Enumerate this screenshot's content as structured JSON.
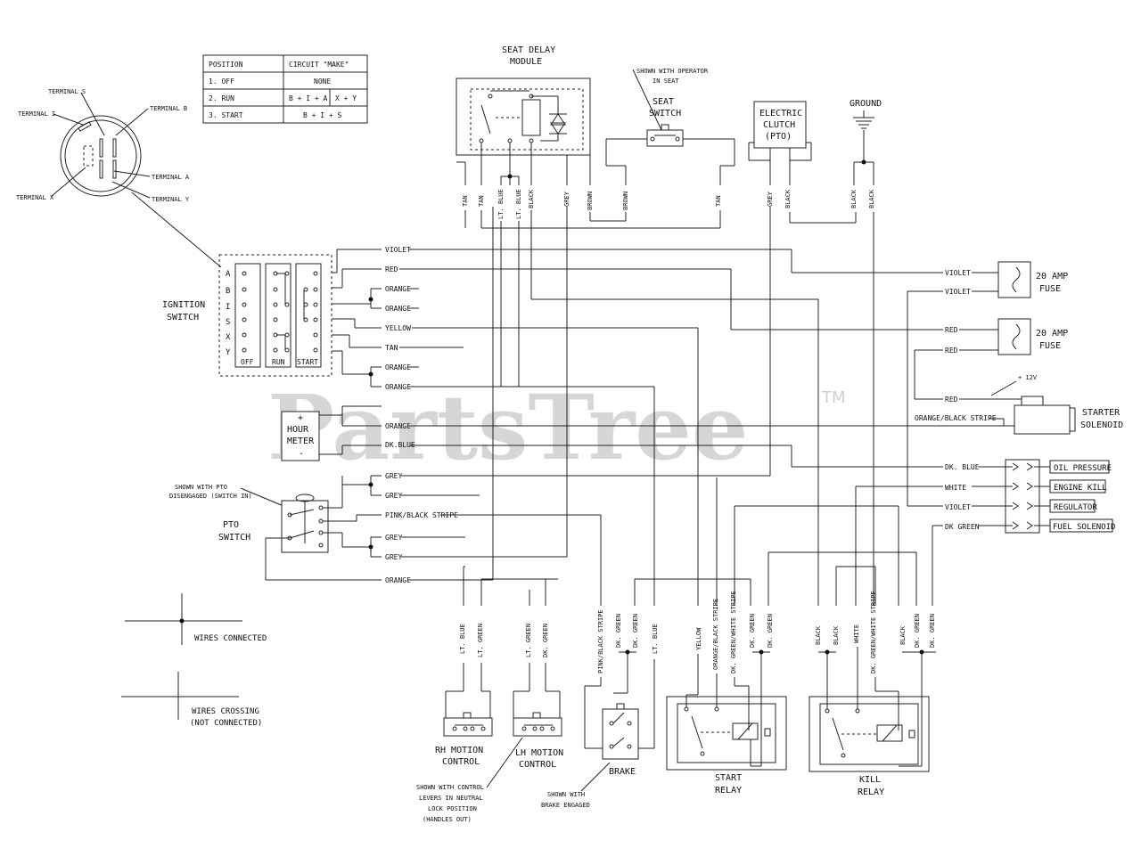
{
  "watermark": {
    "brand": "PartsTree",
    "tm": "TM"
  },
  "position_table": {
    "headers": [
      "POSITION",
      "CIRCUIT \"MAKE\""
    ],
    "rows": [
      {
        "position": "1. OFF",
        "circuit": "NONE",
        "circuit2": ""
      },
      {
        "position": "2. RUN",
        "circuit": "B + I + A",
        "circuit2": "X + Y"
      },
      {
        "position": "3. START",
        "circuit": "B + I + S",
        "circuit2": ""
      }
    ]
  },
  "terminal_labels": {
    "s": "TERMINAL S",
    "i": "TERMINAL I",
    "b": "TERMINAL B",
    "a": "TERMINAL A",
    "x": "TERMINAL X",
    "y": "TERMINAL Y"
  },
  "ignition_switch": {
    "title_line1": "IGNITION",
    "title_line2": "SWITCH",
    "rows": [
      "A",
      "B",
      "I",
      "S",
      "X",
      "Y"
    ],
    "columns": [
      "OFF",
      "RUN",
      "START"
    ]
  },
  "seat_delay_module": {
    "line1": "SEAT DELAY",
    "line2": "MODULE"
  },
  "seat_switch": {
    "note_line1": "SHOWN WITH OPERATOR",
    "note_line2": "IN SEAT",
    "line1": "SEAT",
    "line2": "SWITCH"
  },
  "electric_clutch": {
    "line1": "ELECTRIC",
    "line2": "CLUTCH",
    "line3": "(PTO)"
  },
  "ground": {
    "label": "GROUND"
  },
  "top_wires": [
    "TAN",
    "TAN",
    "LT. BLUE",
    "LT. BLUE",
    "BLACK",
    "GREY",
    "BROWN",
    "BROWN",
    "TAN",
    "GREY",
    "BLACK",
    "BLACK",
    "BLACK"
  ],
  "harness_wires": [
    "VIOLET",
    "RED",
    "ORANGE",
    "ORANGE",
    "YELLOW",
    "TAN",
    "ORANGE",
    "ORANGE",
    "ORANGE",
    "DK.BLUE",
    "GREY",
    "GREY",
    "PINK/BLACK STRIPE",
    "GREY",
    "GREY",
    "ORANGE"
  ],
  "hour_meter": {
    "plus": "+",
    "line1": "HOUR",
    "line2": "METER",
    "minus": "-"
  },
  "pto_switch": {
    "note_line1": "SHOWN WITH PTO",
    "note_line2": "DISENGAGED (SWITCH IN)",
    "line1": "PTO",
    "line2": "SWITCH"
  },
  "fuses": [
    {
      "wire_in": "VIOLET",
      "wire_out": "VIOLET",
      "line1": "20 AMP",
      "line2": "FUSE"
    },
    {
      "wire_in": "RED",
      "wire_out": "RED",
      "line1": "20 AMP",
      "line2": "FUSE"
    }
  ],
  "starter": {
    "wire_red": "RED",
    "plus12": "+ 12V",
    "wire_orange": "ORANGE/BLACK STRIPE",
    "line1": "STARTER",
    "line2": "SOLENOID"
  },
  "engine_connector": {
    "wires": [
      "DK. BLUE",
      "WHITE",
      "VIOLET",
      "DK GREEN"
    ],
    "labels": [
      "OIL PRESSURE",
      "ENGINE KILL",
      "REGULATOR",
      "FUEL SOLENOID"
    ]
  },
  "legend": {
    "connected": "WIRES CONNECTED",
    "crossing_line1": "WIRES CROSSING",
    "crossing_line2": "(NOT CONNECTED)"
  },
  "bottom_wires": [
    "LT. BLUE",
    "LT. GREEN",
    "LT. GREEN",
    "DK. GREEN",
    "PINK/BLACK STRIPE",
    "DK. GREEN",
    "DK. GREEN",
    "LT. BLUE",
    "YELLOW",
    "ORANGE/BLACK STRIPE",
    "DK. GREEN/WHITE STRIPE",
    "DK. GREEN",
    "DK. GREEN",
    "BLACK",
    "BLACK",
    "WHITE",
    "DK. GREEN/WHITE STRIPE",
    "BLACK",
    "DK. GREEN",
    "DK. GREEN"
  ],
  "rh_motion": {
    "line1": "RH MOTION",
    "line2": "CONTROL"
  },
  "lh_motion": {
    "line1": "LH MOTION",
    "line2": "CONTROL"
  },
  "motion_note": [
    "SHOWN WITH CONTROL",
    "LEVERS IN NEUTRAL",
    "LOCK POSITION",
    "(HANDLES OUT)"
  ],
  "brake": {
    "label": "BRAKE",
    "note_line1": "SHOWN WITH",
    "note_line2": "BRAKE ENGAGED"
  },
  "start_relay": {
    "line1": "START",
    "line2": "RELAY"
  },
  "kill_relay": {
    "line1": "KILL",
    "line2": "RELAY"
  }
}
